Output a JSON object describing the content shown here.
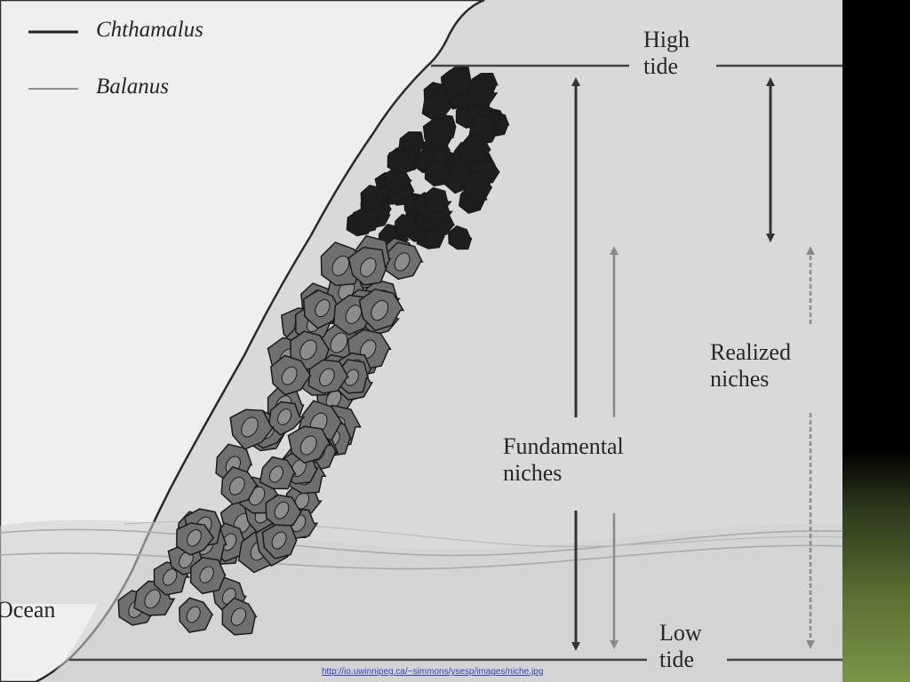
{
  "legend": {
    "items": [
      {
        "label": "Chthamalus",
        "style": "dark-solid",
        "color": "#1e1e1e"
      },
      {
        "label": "Balanus",
        "style": "light-thin",
        "color": "#8c8c8c"
      }
    ]
  },
  "labels": {
    "high_tide": [
      "High",
      "tide"
    ],
    "low_tide": [
      "Low",
      "tide"
    ],
    "fundamental": [
      "Fundamental",
      "niches"
    ],
    "realized": [
      "Realized",
      "niches"
    ],
    "ocean": "Ocean"
  },
  "source": {
    "text": "http://io.uwinnipeg.ca/~simmons/ysesp/images/niche.jpg"
  },
  "colors": {
    "rock": "#eeeeee",
    "sky": "#d9d9d9",
    "chthamalus": "#1e1e1e",
    "balanus": "#6f6f6f",
    "accent_panel": "#7a9448"
  }
}
